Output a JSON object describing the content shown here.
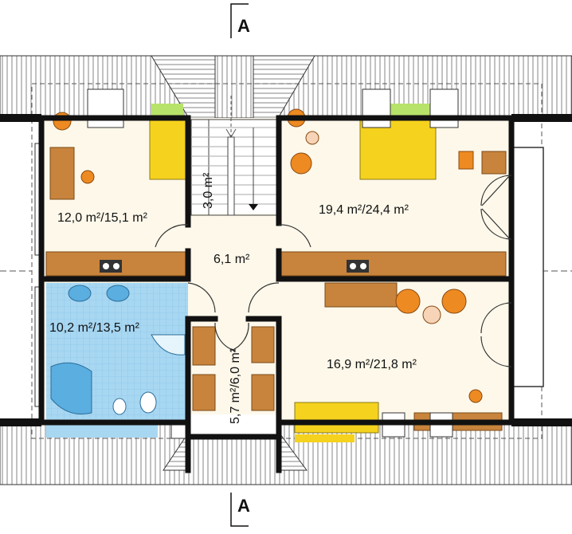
{
  "section_marker": {
    "top": "A",
    "bottom": "A"
  },
  "rooms": {
    "bedroom_nw": "12,0 m²/15,1 m²",
    "bedroom_ne": "19,4 m²/24,4 m²",
    "bathroom": "10,2 m²/13,5 m²",
    "bedroom_se": "16,9 m²/21,8 m²",
    "hall": "6,1 m²",
    "stairs": "3,0 m²",
    "closet": "5,7 m²/6,0 m²"
  },
  "colors": {
    "wall": "#111111",
    "floor": "#fdf8ea",
    "bath_tile": "#a8d7f2",
    "wood": "#c8843c",
    "bed": "#f5d21e",
    "chair": "#ee8a22",
    "roof_hatch": "#555555"
  }
}
